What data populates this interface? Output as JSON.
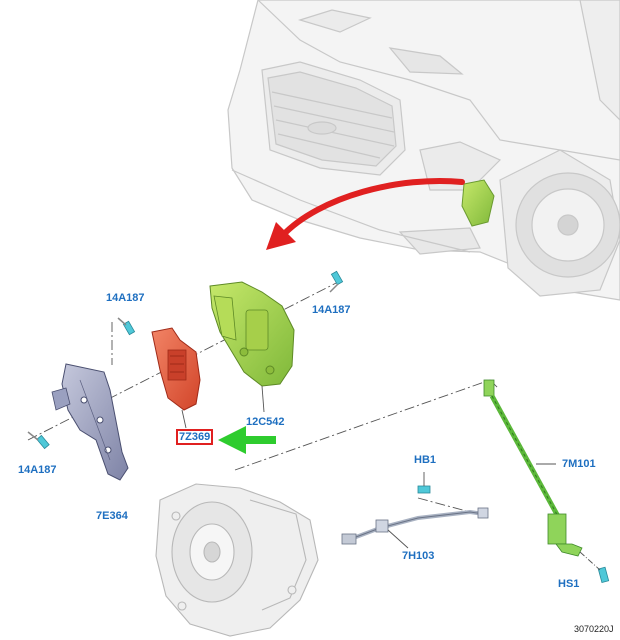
{
  "callouts": {
    "bolt_top_left": "14A187",
    "bolt_top_right": "14A187",
    "bolt_bottom_left": "14A187",
    "module_red": "7Z369",
    "bracket_green": "12C542",
    "bracket_plate": "7E364",
    "bolt_hb1": "HB1",
    "sensor_7m101": "7M101",
    "cable_7h103": "7H103",
    "bolt_hs1": "HS1"
  },
  "reference_code": "3070220J",
  "colors": {
    "callout_text": "#1e6fc0",
    "highlight_box": "#e02020",
    "location_arrow": "#e02020",
    "pointer_arrow": "#2ecc2e",
    "green_part": "#9fd24a",
    "red_part": "#e8553a",
    "plate_part": "#8a8fb0"
  },
  "icons": {
    "location_arrow": "curved-arrow-icon",
    "pointer_arrow": "right-pointing-arrow-icon"
  }
}
